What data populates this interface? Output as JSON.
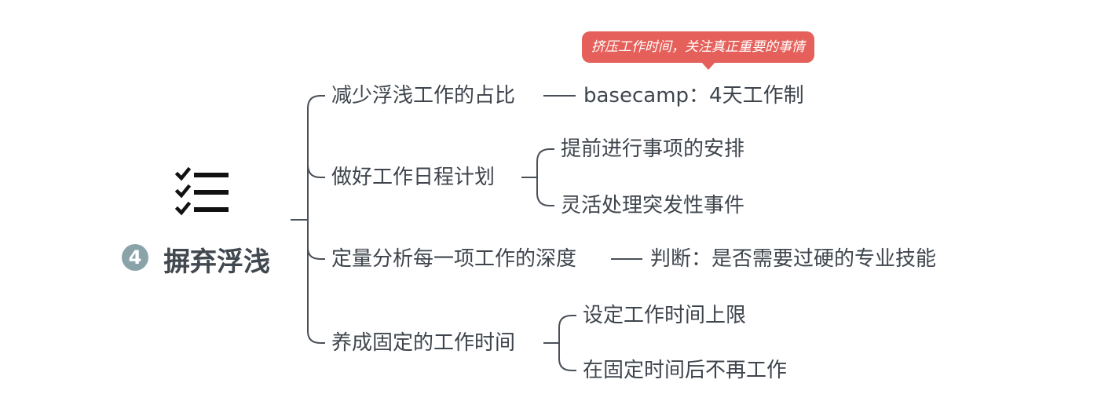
{
  "root": {
    "badge": "4",
    "title": "摒弃浮浅",
    "icon": "checklist-icon"
  },
  "callout": {
    "text": "挤压工作时间，关注真正重要的事情",
    "color": "#e5605a"
  },
  "branches": [
    {
      "label": "减少浮浅工作的占比",
      "note": "basecamp：4天工作制",
      "children": []
    },
    {
      "label": "做好工作日程计划",
      "children": [
        "提前进行事项的安排",
        "灵活处理突发性事件"
      ]
    },
    {
      "label": "定量分析每一项工作的深度",
      "note": "判断：是否需要过硬的专业技能",
      "children": []
    },
    {
      "label": "养成固定的工作时间",
      "children": [
        "设定工作时间上限",
        "在固定时间后不再工作"
      ]
    }
  ],
  "colors": {
    "line": "#4a5058",
    "text": "#3f454d",
    "badge": "#8aa3a8"
  }
}
